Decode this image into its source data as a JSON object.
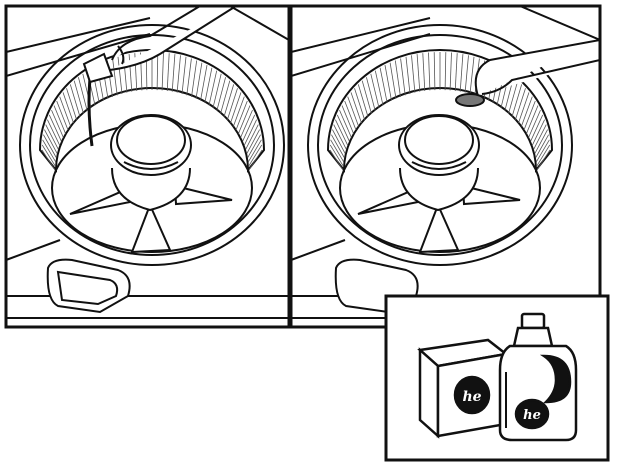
{
  "panels": [
    {
      "id": "liquid-pour",
      "kind": "washer-liquid-pour"
    },
    {
      "id": "powder-scoop",
      "kind": "washer-powder-scoop"
    },
    {
      "id": "he-products",
      "kind": "he-detergent-products"
    }
  ],
  "products": {
    "box_logo": "he",
    "bottle_logo": "he"
  },
  "colors": {
    "ink": "#111111",
    "paper": "#ffffff",
    "shade": "#3a3a3a"
  }
}
